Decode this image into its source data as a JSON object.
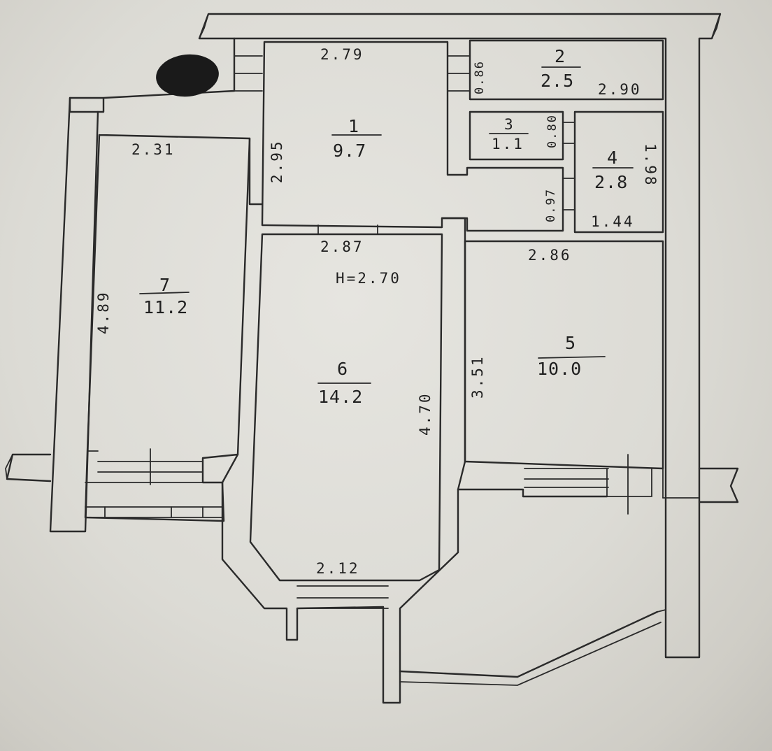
{
  "rooms": [
    {
      "number": "1",
      "area": "9.7"
    },
    {
      "number": "2",
      "area": "2.5"
    },
    {
      "number": "3",
      "area": "1.1"
    },
    {
      "number": "4",
      "area": "2.8"
    },
    {
      "number": "5",
      "area": "10.0"
    },
    {
      "number": "6",
      "area": "14.2"
    },
    {
      "number": "7",
      "area": "11.2"
    }
  ],
  "dimensions": {
    "room1_top": "2.79",
    "room1_side": "2.95",
    "room2_side": "0.86",
    "room2_bottom": "2.90",
    "room3_side": "0.80",
    "room4_side": "1.98",
    "room4_bottom": "1.44",
    "corridor_side": "0.97",
    "room7_top": "2.31",
    "room7_side": "4.89",
    "room6_top": "2.87",
    "room6_side": "4.70",
    "room6_bottom": "2.12",
    "room5_top": "2.86",
    "room5_side": "3.51"
  },
  "ceiling_height": "H=2.70",
  "colors": {
    "ink": "#2a2a2a",
    "paper": "#e2e1dc"
  }
}
